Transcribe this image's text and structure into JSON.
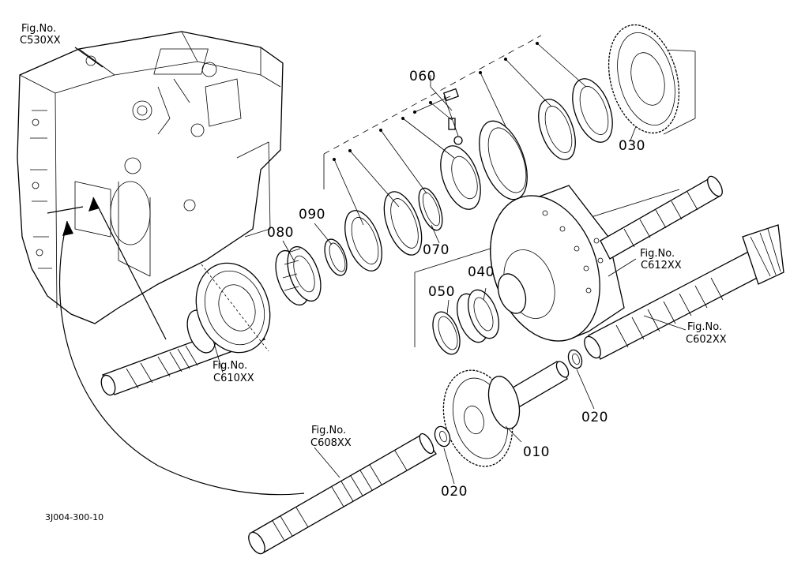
{
  "references": {
    "case": {
      "fig": "Fig.No.",
      "code": "C530XX"
    },
    "shaft_upper": {
      "fig": "Fig.No.",
      "code": "C610XX"
    },
    "shaft_lower": {
      "fig": "Fig.No.",
      "code": "C608XX"
    },
    "hub": {
      "fig": "Fig.No.",
      "code": "C612XX"
    },
    "pinion_shaft": {
      "fig": "Fig.No.",
      "code": "C602XX"
    }
  },
  "parts": {
    "p010": "010",
    "p020a": "020",
    "p020b": "020",
    "p030": "030",
    "p040": "040",
    "p050": "050",
    "p060": "060",
    "p070": "070",
    "p080": "080",
    "p090": "090"
  },
  "drawing_code": "3J004-300-10"
}
